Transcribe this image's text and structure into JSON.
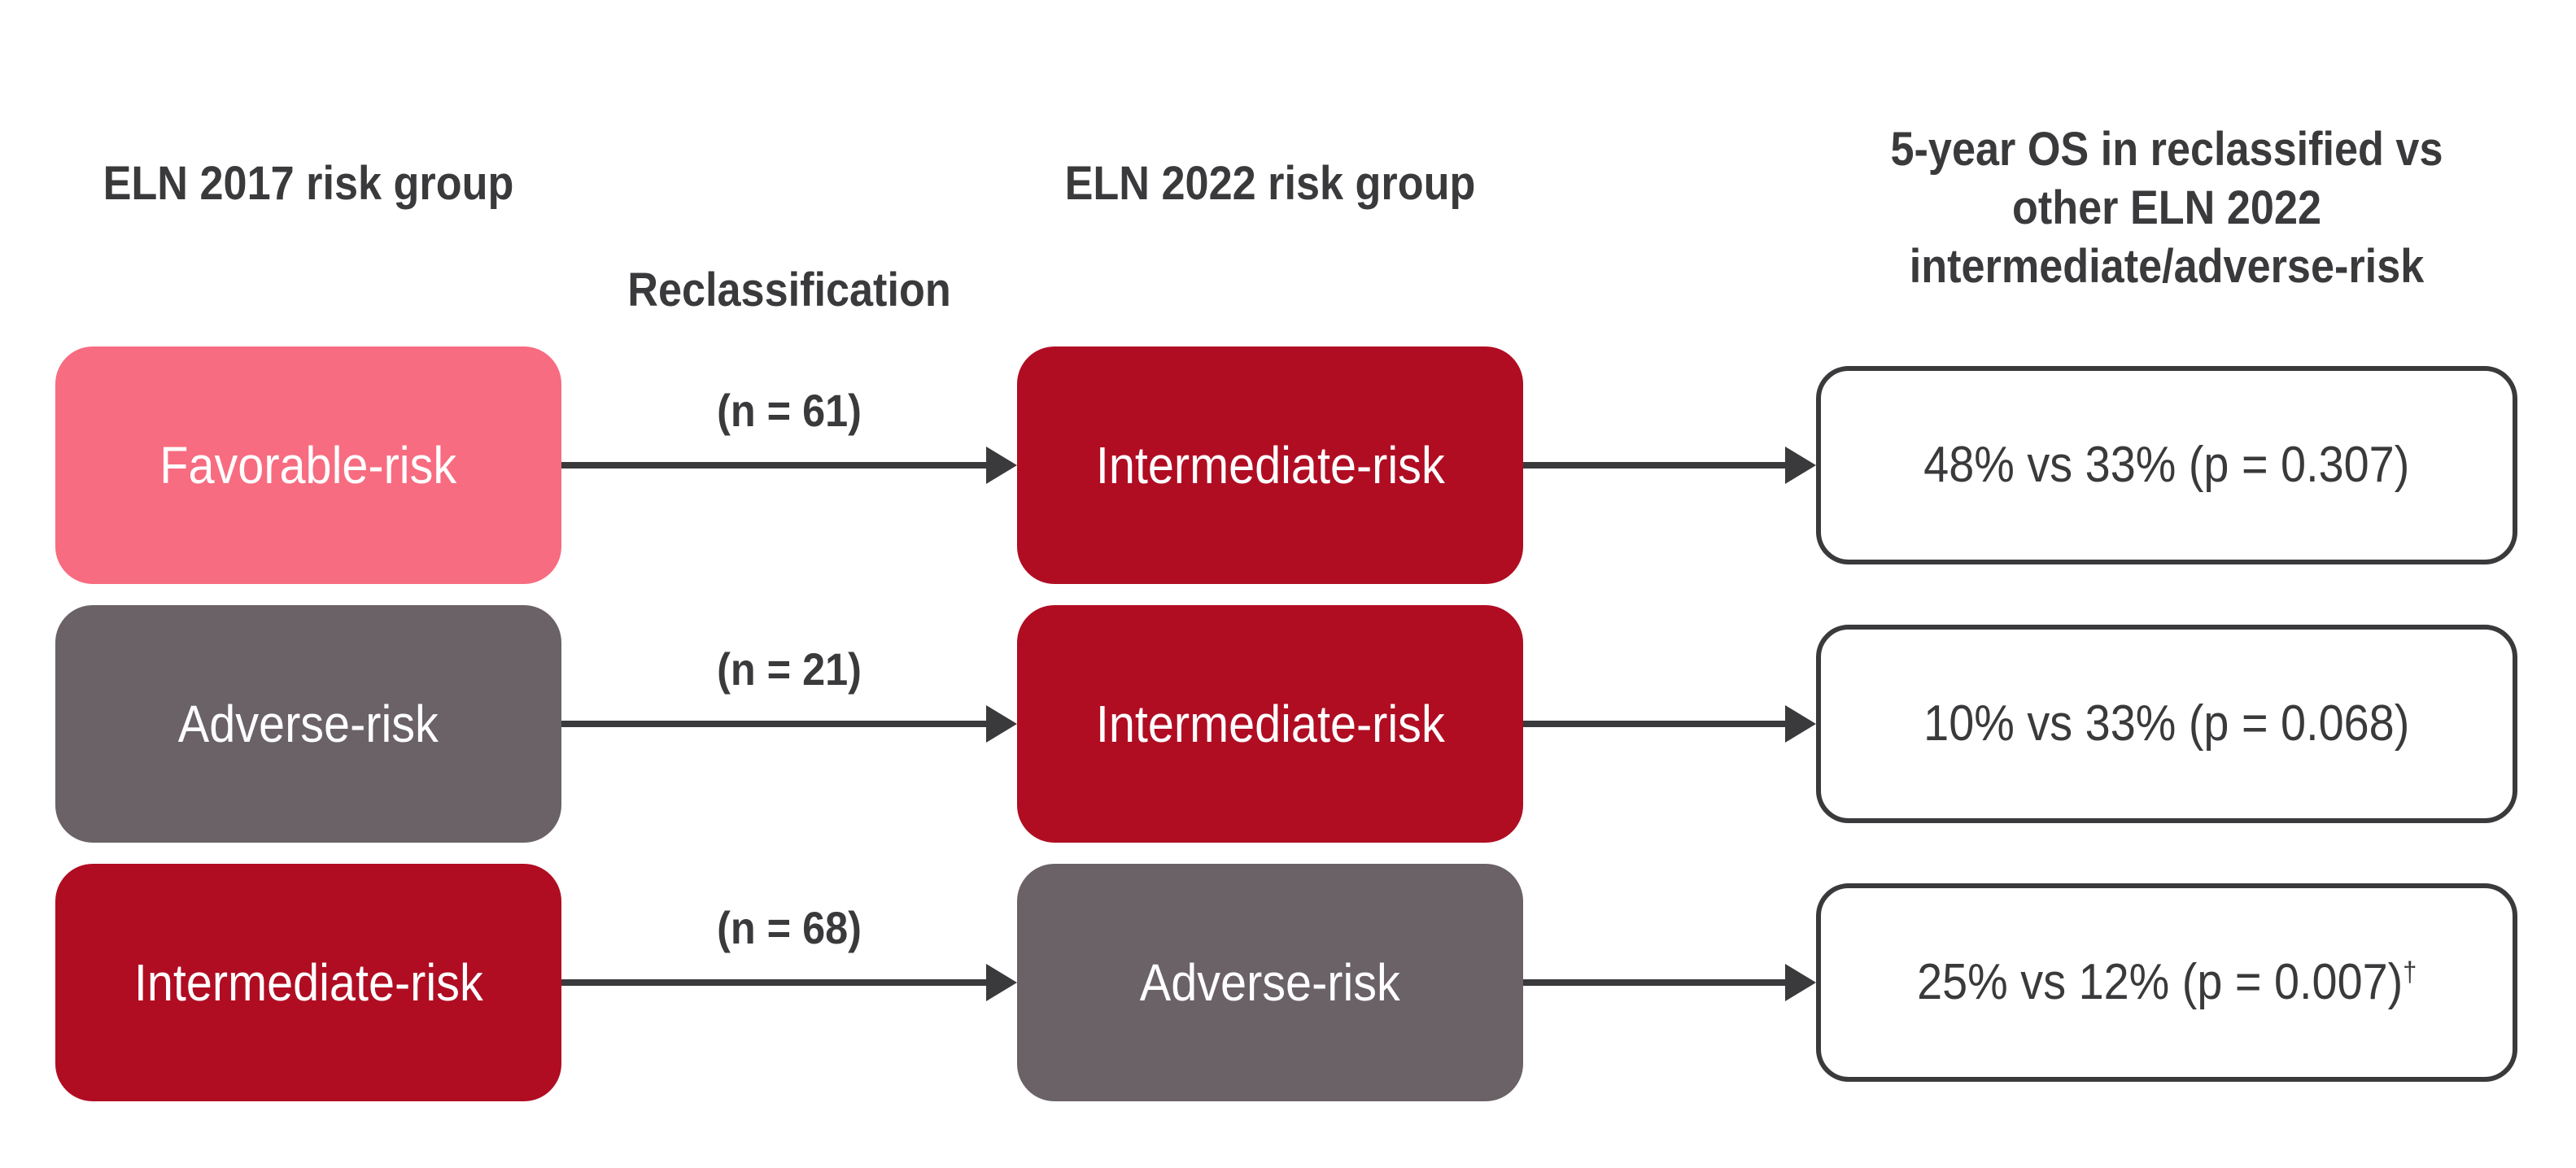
{
  "colors": {
    "ink": "#3A393B",
    "pink": "#F76C80",
    "red": "#B00D23",
    "gray": "#6A6267",
    "box_text": "#FFFFFF",
    "result_border": "#3A393B",
    "bg": "#FFFFFF"
  },
  "headers": {
    "col1": "ELN 2017 risk group",
    "reclassification": "Reclassification",
    "col2": "ELN 2022 risk group",
    "col3_lines": [
      "5-year OS in reclassified vs",
      "other ELN 2022",
      "intermediate/adverse-risk"
    ]
  },
  "rows": [
    {
      "source": {
        "label": "Favorable-risk",
        "color": "pink"
      },
      "n_label": "(n = 61)",
      "target": {
        "label": "Intermediate-risk",
        "color": "red"
      },
      "result": {
        "text": "48% vs 33% (p = 0.307)",
        "sup": ""
      }
    },
    {
      "source": {
        "label": "Adverse-risk",
        "color": "gray"
      },
      "n_label": "(n = 21)",
      "target": {
        "label": "Intermediate-risk",
        "color": "red"
      },
      "result": {
        "text": "10% vs 33% (p = 0.068)",
        "sup": ""
      }
    },
    {
      "source": {
        "label": "Intermediate-risk",
        "color": "red"
      },
      "n_label": "(n = 68)",
      "target": {
        "label": "Adverse-risk",
        "color": "gray"
      },
      "result": {
        "text": "25% vs 12% (p = 0.007)",
        "sup": "†"
      }
    }
  ]
}
